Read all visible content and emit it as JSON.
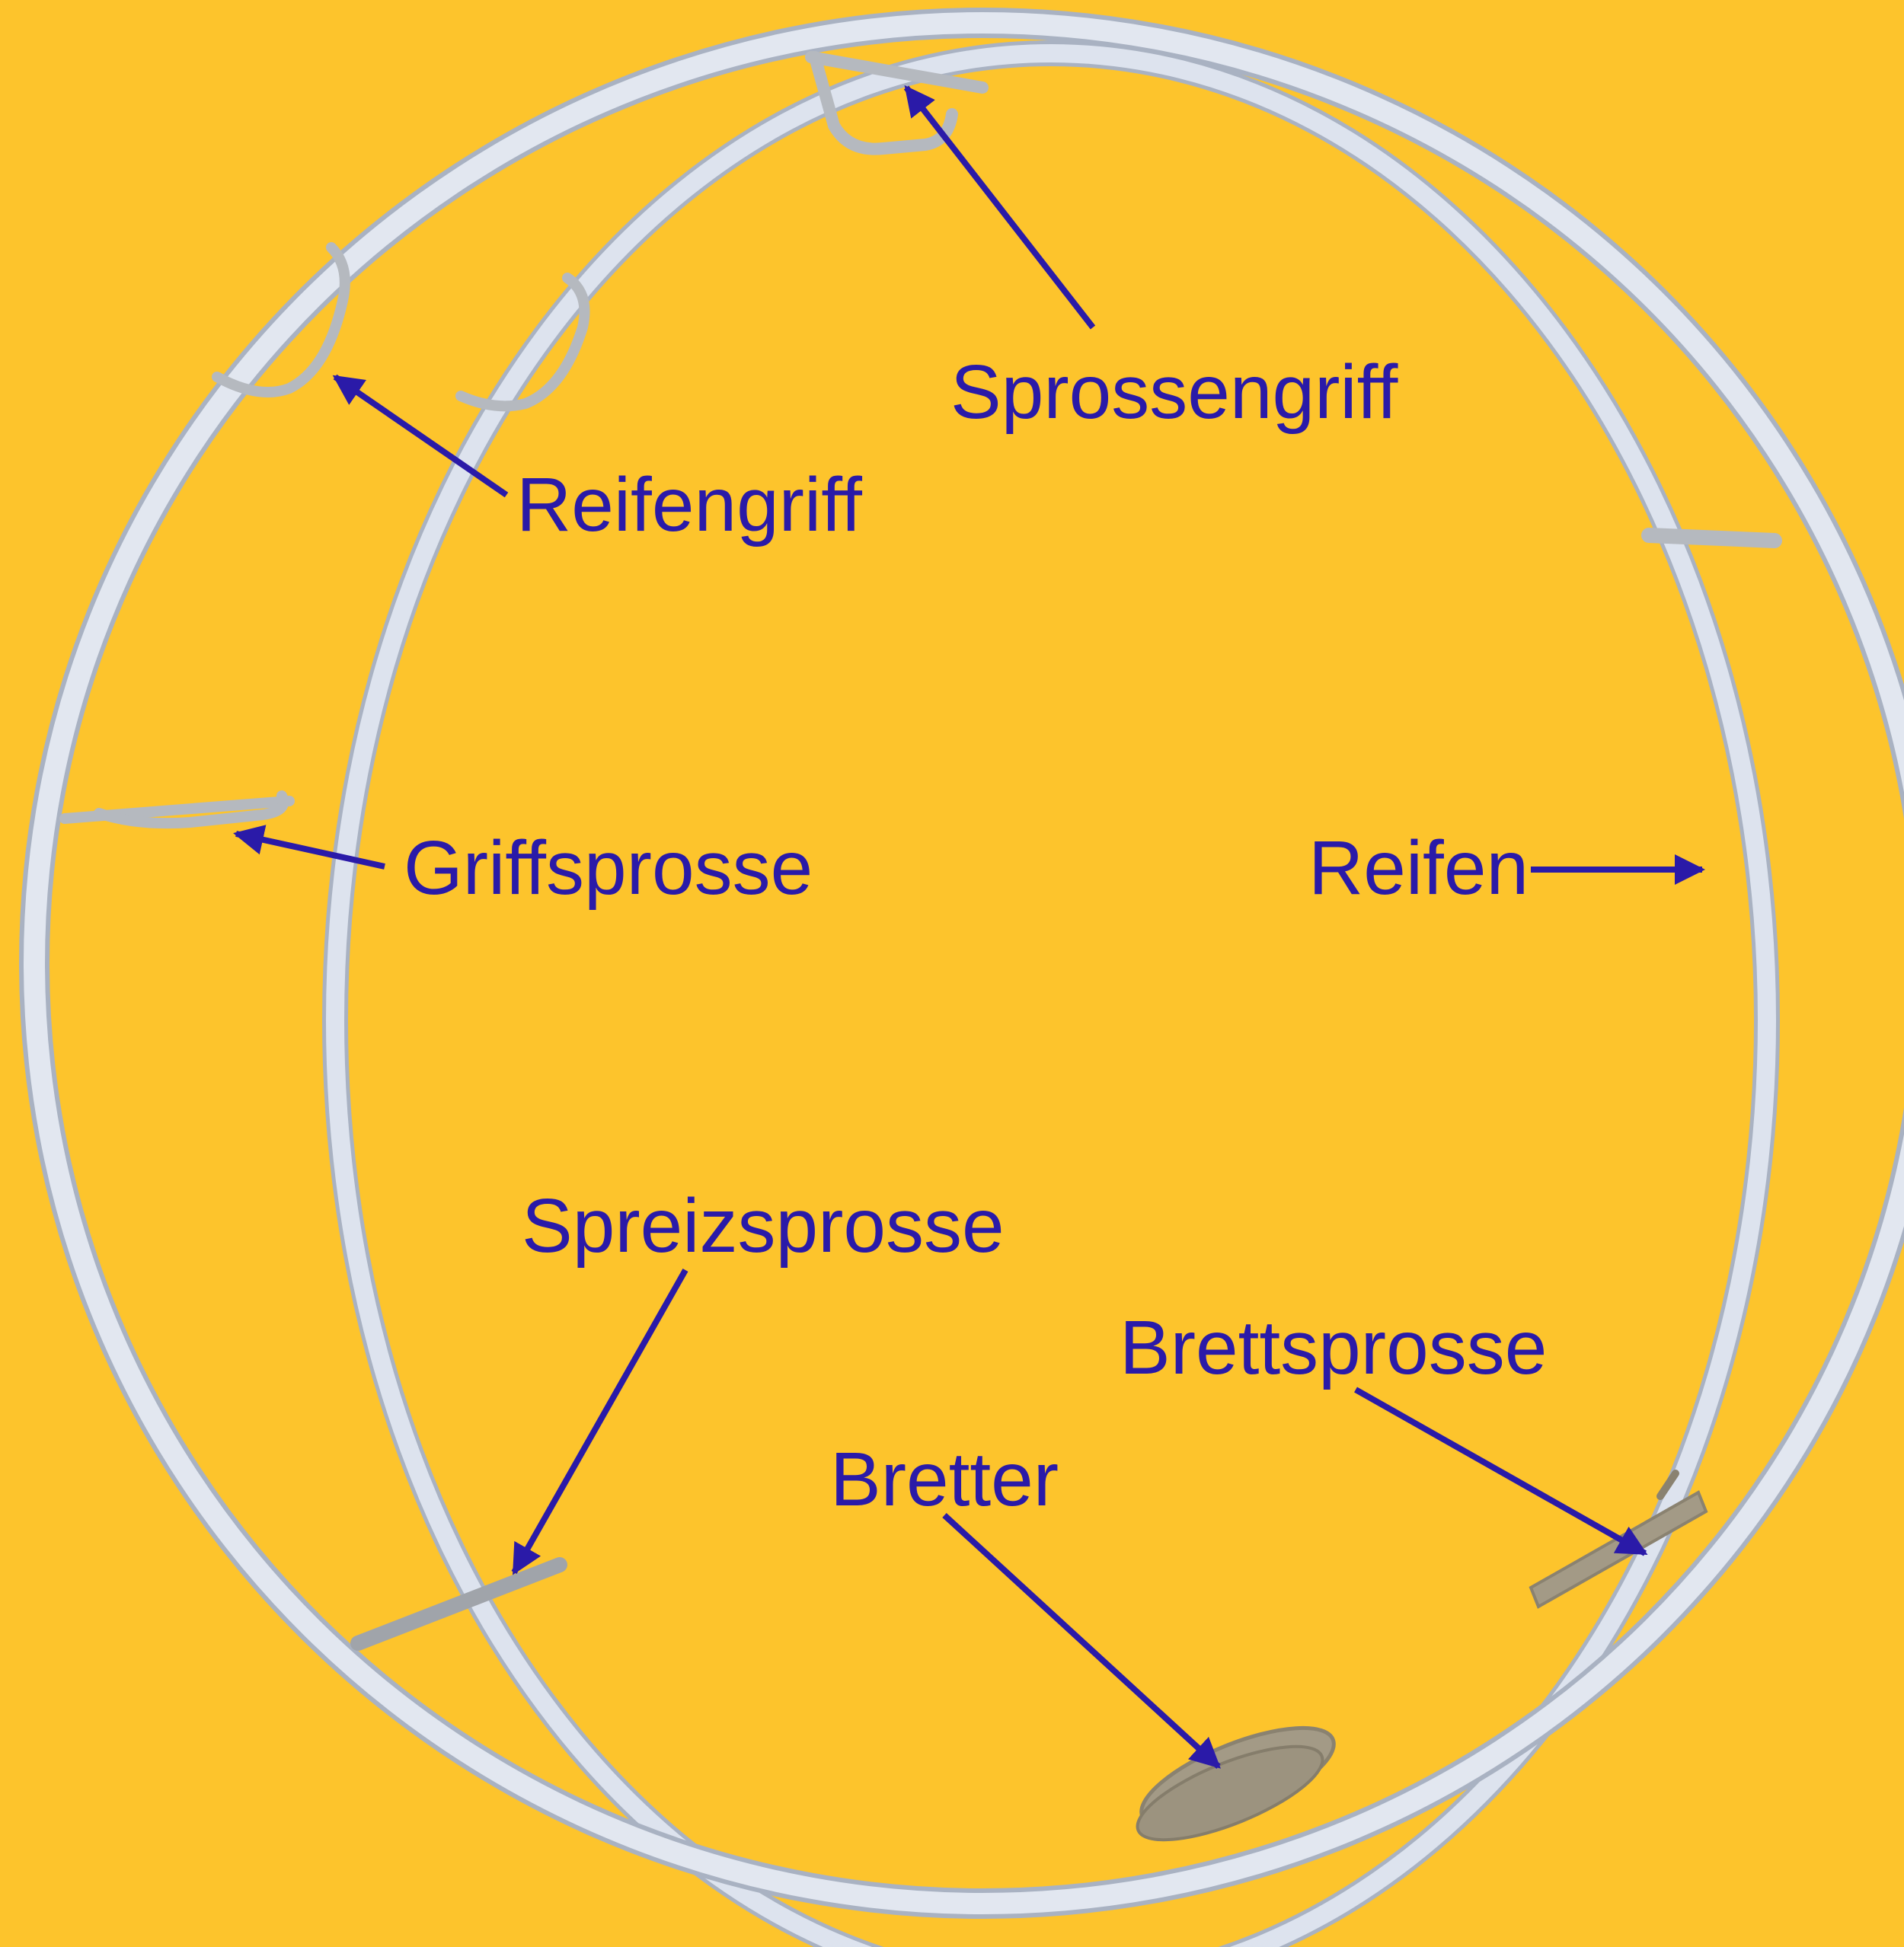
{
  "colors": {
    "background": "#FDC42C",
    "label_text": "#2A1AA8",
    "arrow": "#2A1AA8",
    "hoop": "#DDE3EE",
    "hoop_shadow": "#A9B2C2",
    "rung": "#B5B9BF",
    "board": "#A39A86"
  },
  "labels": {
    "sprossengriff": "Sprossengriff",
    "reifengriff": "Reifengriff",
    "griffsprosse": "Griffsprosse",
    "reifen": "Reifen",
    "spreizsprosse": "Spreizsprosse",
    "brettsprosse": "Brettsprosse",
    "bretter": "Bretter"
  },
  "icons": {
    "hoops": "two-parallel-hoops-icon",
    "arrow": "arrow-icon"
  }
}
